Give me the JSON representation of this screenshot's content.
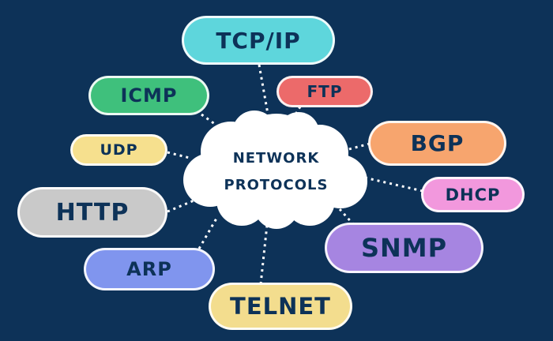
{
  "center": {
    "line1": "NETWORK",
    "line2": "PROTOCOLS"
  },
  "protocols": [
    {
      "id": "tcp-ip",
      "label": "TCP/IP",
      "color": "#5ed6dc"
    },
    {
      "id": "ftp",
      "label": "FTP",
      "color": "#ec6a6a"
    },
    {
      "id": "icmp",
      "label": "ICMP",
      "color": "#3fc07c"
    },
    {
      "id": "udp",
      "label": "UDP",
      "color": "#f6e08e"
    },
    {
      "id": "bgp",
      "label": "BGP",
      "color": "#f7a56e"
    },
    {
      "id": "dhcp",
      "label": "DHCP",
      "color": "#f298dd"
    },
    {
      "id": "http",
      "label": "HTTP",
      "color": "#c9c9c9"
    },
    {
      "id": "snmp",
      "label": "SNMP",
      "color": "#a685e1"
    },
    {
      "id": "arp",
      "label": "ARP",
      "color": "#8095ee"
    },
    {
      "id": "telnet",
      "label": "TELNET",
      "color": "#f3dd8e"
    }
  ]
}
